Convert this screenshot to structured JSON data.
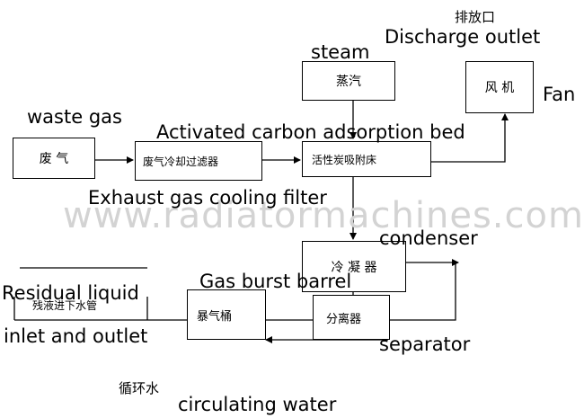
{
  "boxes": {
    "waste_gas": "废 气",
    "cooling_filter": "废气冷却过滤器",
    "adsorption_bed": "活性炭吸附床",
    "steam": "蒸汽",
    "fan": "风 机",
    "condenser": "冷 凝 器",
    "separator": "分离器",
    "gas_burst_barrel": "暴气桶",
    "residual_liquid": "残液进下水管"
  },
  "labels": {
    "discharge_cn": "排放口",
    "discharge_en": "Discharge outlet",
    "steam_en": "steam",
    "fan_en": "Fan",
    "waste_gas_en": "waste gas",
    "adsorption_en": "Activated carbon adsorption bed",
    "cooling_filter_en": "Exhaust gas cooling filter",
    "condenser_en": "condenser",
    "gas_burst_en": "Gas burst barrel",
    "residual_en_1": "Residual liquid",
    "residual_en_2": "inlet and outlet",
    "separator_en": "separator",
    "circulating_cn": "循环水",
    "circulating_en": "circulating water"
  },
  "watermark": "www.radiatormachines.com"
}
